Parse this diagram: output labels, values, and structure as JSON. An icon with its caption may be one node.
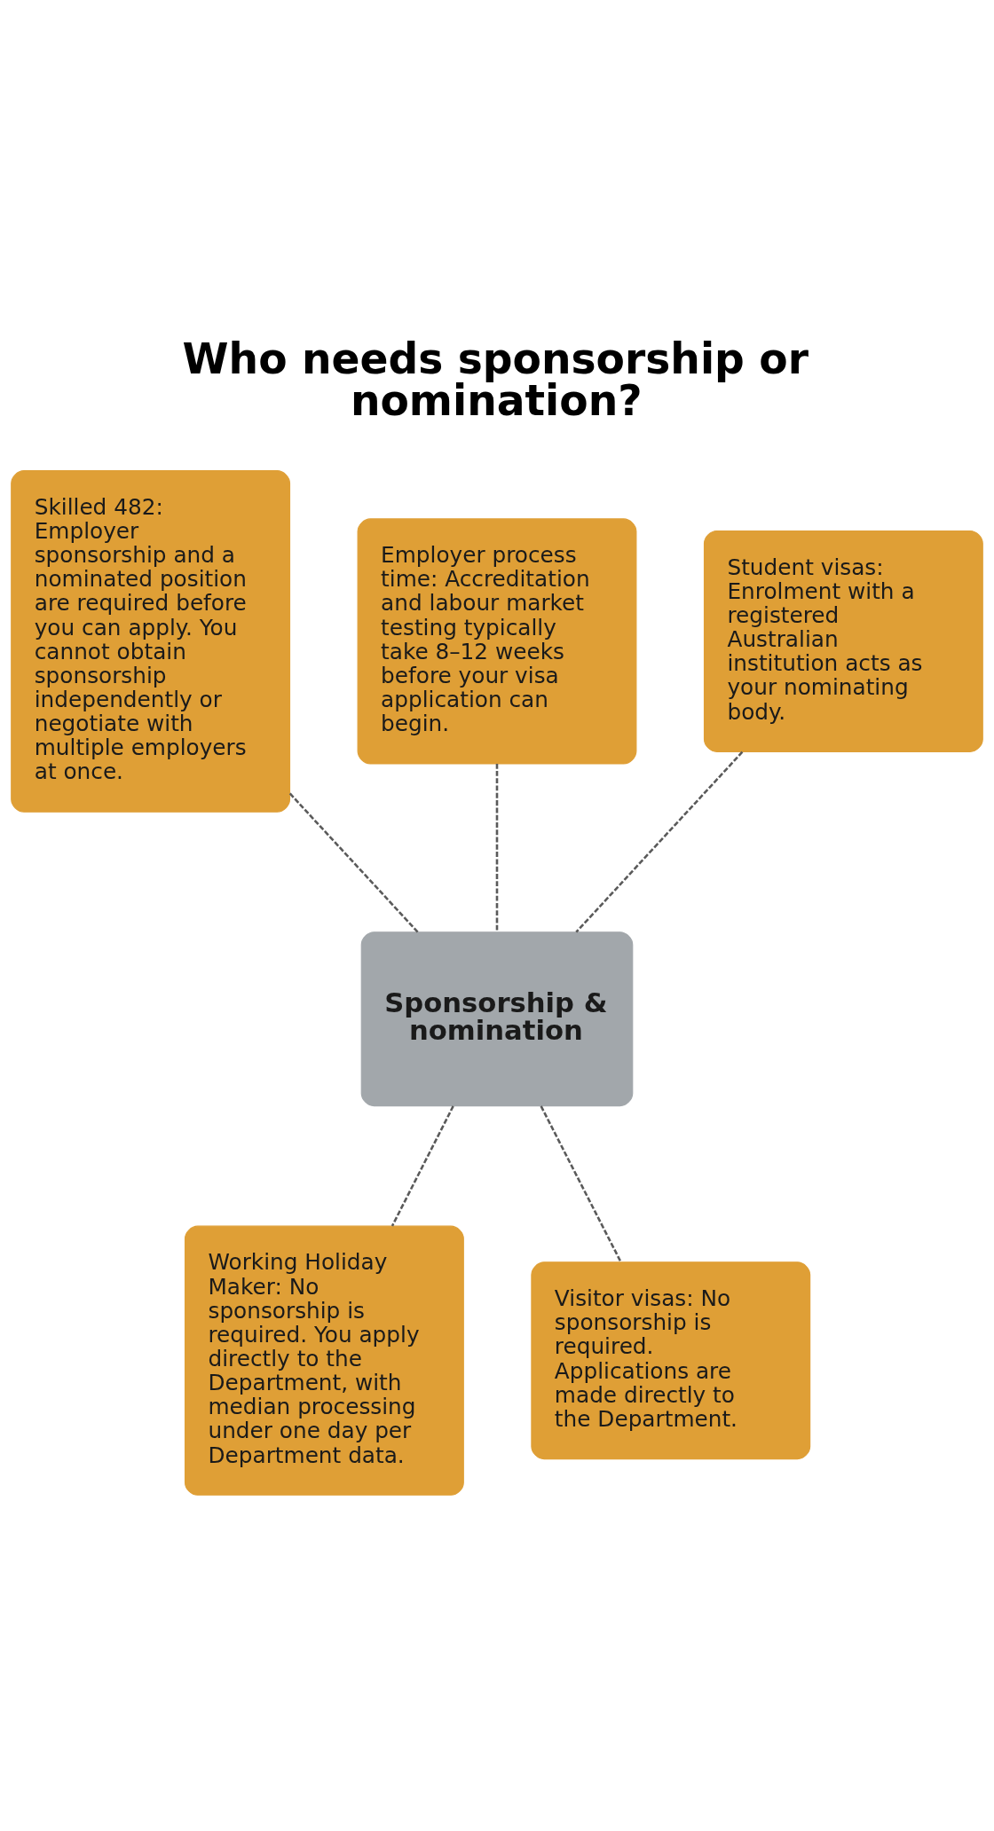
{
  "diagram": {
    "title": "Who needs sponsorship or nomination?",
    "nodes": [
      {
        "text": [
          "Skilled 482: Employer sponsorship and a nominated position are required before you can apply. You cannot obtain sponsorship independently or negotiate with multiple employers at once."
        ]
      },
      {
        "text": [
          "Employer process time: Accreditation and labour market testing typically take 8–12 weeks before your visa application can begin."
        ]
      },
      {
        "text": [
          "Student visas: Enrolment with a registered Australian institution acts as your nominating body."
        ]
      },
      {
        "text": [
          "Sponsorship & nomination"
        ]
      },
      {
        "text": [
          "Working Holiday Maker: No sponsorship is required. You apply directly to the Department, with median processing under one day per Department data."
        ]
      },
      {
        "text": [
          "Visitor visas: No sponsorship is required. Applications are made directly to the Department."
        ]
      }
    ],
    "edges": [
      {
        "from": 3,
        "to": 0,
        "arrow": "none",
        "style": "dashed"
      },
      {
        "from": 3,
        "to": 1,
        "arrow": "none",
        "style": "dashed"
      },
      {
        "from": 3,
        "to": 2,
        "arrow": "none",
        "style": "dashed"
      },
      {
        "from": 3,
        "to": 4,
        "arrow": "none",
        "style": "dashed"
      },
      {
        "from": 3,
        "to": 5,
        "arrow": "none",
        "style": "dashed"
      }
    ]
  }
}
